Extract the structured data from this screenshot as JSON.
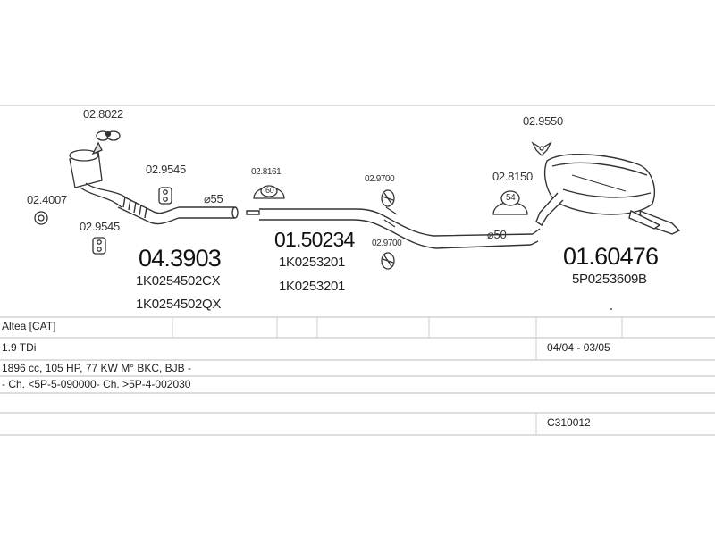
{
  "parts": {
    "bracket_top": "02.8022",
    "clamp_left": "02.4007",
    "hanger_a": "02.9545",
    "hanger_b": "02.9545",
    "front_pipe_number": "04.3903",
    "front_pipe_oe_1": "1K0254502CX",
    "front_pipe_oe_2": "1K0254502QX",
    "diameter_a": "⌀55",
    "rubber_mid": "02.8161",
    "rubber_mid_badge": "60",
    "middle_pipe_number": "01.50234",
    "middle_pipe_oe_1": "1K0253201",
    "middle_pipe_oe_2": "1K0253201",
    "ring_top": "02.9700",
    "ring_bottom": "02.9700",
    "rubber_rear": "02.8150",
    "rubber_rear_badge": "54",
    "diameter_b": "⌀50",
    "clamp_rear": "02.9550",
    "rear_muffler_number": "01.60476",
    "rear_muffler_oe": "5P0253609B"
  },
  "info": {
    "model": "Altea  [CAT]",
    "engine": "1.9 TDi",
    "years": "04/04 - 03/05",
    "specs": "1896 cc, 105 HP, 77 KW M° BKC, BJB -",
    "chassis": "- Ch. <5P-5-090000- Ch. >5P-4-002030",
    "code": "C310012"
  }
}
